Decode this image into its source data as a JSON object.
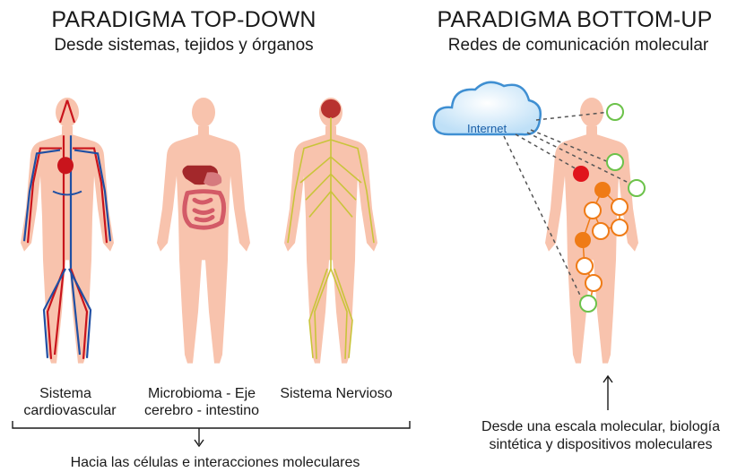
{
  "top_down": {
    "title": "PARADIGMA TOP-DOWN",
    "subtitle": "Desde sistemas, tejidos y órganos",
    "labels": {
      "cardio_line1": "Sistema",
      "cardio_line2": "cardiovascular",
      "micro_line1": "Microbioma - Eje",
      "micro_line2": "cerebro - intestino",
      "nervous": "Sistema Nervioso"
    },
    "bottom_caption": "Hacia las células e interacciones moleculares"
  },
  "bottom_up": {
    "title": "PARADIGMA BOTTOM-UP",
    "subtitle": "Redes de comunicación molecular",
    "cloud_label": "Internet",
    "caption_line1": "Desde una escala molecular, biología",
    "caption_line2": "sintética y dispositivos moleculares"
  },
  "colors": {
    "skin": "#f8c3ad",
    "artery": "#c9141c",
    "vein": "#1f4fa3",
    "nerve": "#c9c43a",
    "node_red": "#e0141c",
    "node_orange": "#ef7b16",
    "node_green": "#6cc24a",
    "cloud": "#5fa8e0"
  }
}
